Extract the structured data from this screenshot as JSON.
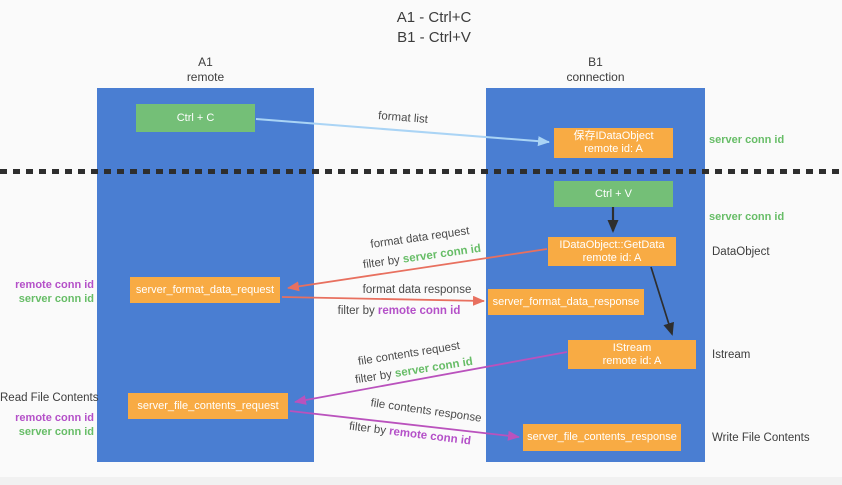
{
  "title": {
    "line1": "A1 - Ctrl+C",
    "line2": "B1 - Ctrl+V"
  },
  "lanes": {
    "a": {
      "name": "A1",
      "subtitle": "remote"
    },
    "b": {
      "name": "B1",
      "subtitle": "connection"
    }
  },
  "nodes": {
    "ctrl_c": {
      "label": "Ctrl + C"
    },
    "save_obj": {
      "line1": "保存IDataObject",
      "line2": "remote id: A"
    },
    "ctrl_v": {
      "label": "Ctrl + V"
    },
    "get_data": {
      "line1": "IDataObject::GetData",
      "line2": "remote id: A"
    },
    "format_req": {
      "label": "server_format_data_request"
    },
    "format_res": {
      "label": "server_format_data_response"
    },
    "istream": {
      "line1": "IStream",
      "line2": "remote id: A"
    },
    "file_req": {
      "label": "server_file_contents_request"
    },
    "file_res": {
      "label": "server_file_contents_response"
    }
  },
  "edges": {
    "format_list": "format list",
    "format_data_request": "format data request",
    "format_data_response": "format data response",
    "file_contents_request": "file contents request",
    "file_contents_response": "file contents response",
    "filter_by": "filter by ",
    "server_conn_id": "server conn id",
    "remote_conn_id": "remote conn id"
  },
  "annotations": {
    "right_server_conn_1": "server conn id",
    "right_server_conn_2": "server conn id",
    "data_object": "DataObject",
    "istream": "Istream",
    "write_file_contents": "Write File Contents",
    "left_remote_conn_1": "remote conn id",
    "left_server_conn_1": "server conn id",
    "read_file_contents": "Read File Contents",
    "left_remote_conn_2": "remote conn id",
    "left_server_conn_2": "server conn id"
  },
  "colors": {
    "lane_blue": "#4a7ed2",
    "green_box": "#74bf77",
    "orange_box": "#f8ab44",
    "blue_arrow": "#aad4f5",
    "red_arrow": "#e8705f",
    "magenta_arrow": "#ba52bd",
    "black_arrow": "#2e2e2e",
    "green_text": "#67bd67",
    "purple_text": "#b450c8"
  }
}
